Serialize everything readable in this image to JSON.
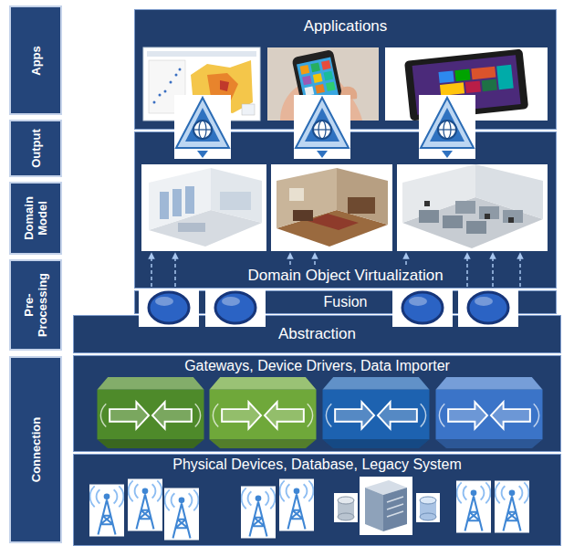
{
  "diagram": {
    "nodes": [
      {
        "text": [
          "Apps"
        ]
      },
      {
        "text": [
          "Applications"
        ]
      },
      {
        "text": [
          "Output"
        ]
      },
      {
        "text": [
          "Domain Model"
        ]
      },
      {
        "text": [
          "Domain Object Virtualization"
        ]
      },
      {
        "text": [
          "Pre-Processing"
        ]
      },
      {
        "text": [
          "Fusion"
        ]
      },
      {
        "text": [
          "Abstraction"
        ]
      },
      {
        "text": [
          "Connection"
        ]
      },
      {
        "text": [
          "Gateways, Device Drivers, Data Importer"
        ]
      },
      {
        "text": [
          "Physical Devices, Database, Legacy System"
        ]
      }
    ]
  }
}
